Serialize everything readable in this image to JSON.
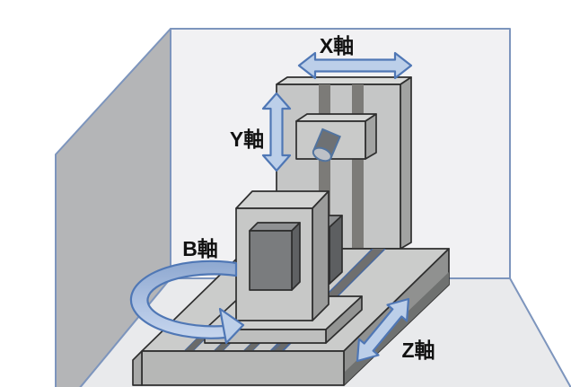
{
  "diagram": {
    "labels": {
      "x_axis": "X軸",
      "y_axis": "Y軸",
      "b_axis": "B軸",
      "z_axis": "Z軸"
    }
  },
  "colors": {
    "arrow_fill": "#bccfe9",
    "arrow_stroke": "#4f77b5",
    "wall_back": "#f1f1f3",
    "wall_left": "#b4b5b7",
    "floor": "#e9eaec",
    "room_outline": "#7d95bd",
    "machine_light": "#c7c8c7",
    "machine_mid": "#a2a3a2",
    "machine_dark": "#77797b",
    "rail_dark": "#6f6f6f",
    "rail_edge_blue": "#46689f",
    "outline": "#2e2e2e",
    "label_text": "#111111"
  }
}
